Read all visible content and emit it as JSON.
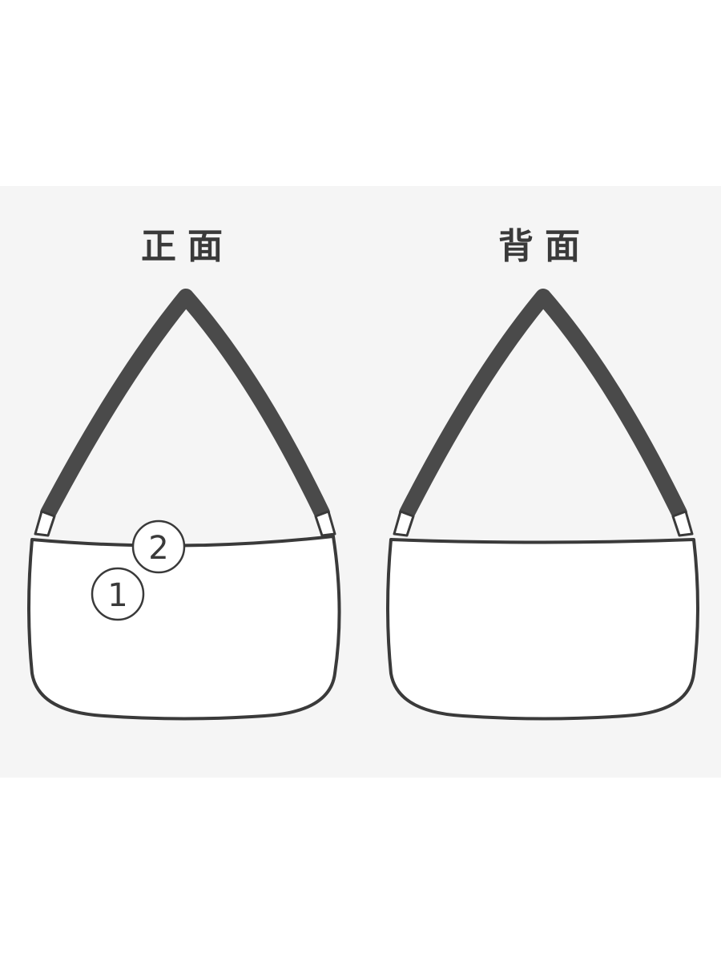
{
  "views": {
    "front": {
      "title": "正面"
    },
    "back": {
      "title": "背面"
    }
  },
  "callouts": [
    {
      "label": "1"
    },
    {
      "label": "2"
    }
  ],
  "colors": {
    "panel_background": "#f5f5f5",
    "outline": "#3a3a3a",
    "strap": "#4a4a4a",
    "bag_fill": "#ffffff"
  }
}
